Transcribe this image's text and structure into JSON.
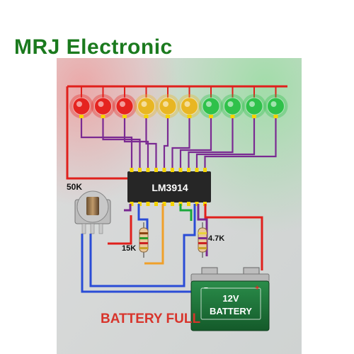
{
  "brand": {
    "title": "MRJ Electronic"
  },
  "diagram": {
    "chip_label": "LM3914",
    "pot_label": "50K",
    "resistor_left_label": "15K",
    "resistor_right_label": "4.7K",
    "status_text": "BATTERY FULL",
    "battery_label_line1": "12V",
    "battery_label_line2": "BATTERY",
    "battery_plus": "+",
    "battery_minus": "−",
    "leds": [
      "red",
      "red",
      "red",
      "yellow",
      "yellow",
      "yellow",
      "green",
      "green",
      "green",
      "green"
    ],
    "colors": {
      "red": "#e52420",
      "yellow": "#e8b623",
      "green": "#2fc14a",
      "wire_red": "#e0201c",
      "wire_purple": "#7a2a92",
      "wire_blue": "#2a4cd6",
      "wire_orange": "#f0a02a",
      "wire_green": "#1aa83a",
      "pin_yellow": "#f5d400",
      "battery_green": "#1e7a3a",
      "status_red": "#d8342b"
    }
  }
}
